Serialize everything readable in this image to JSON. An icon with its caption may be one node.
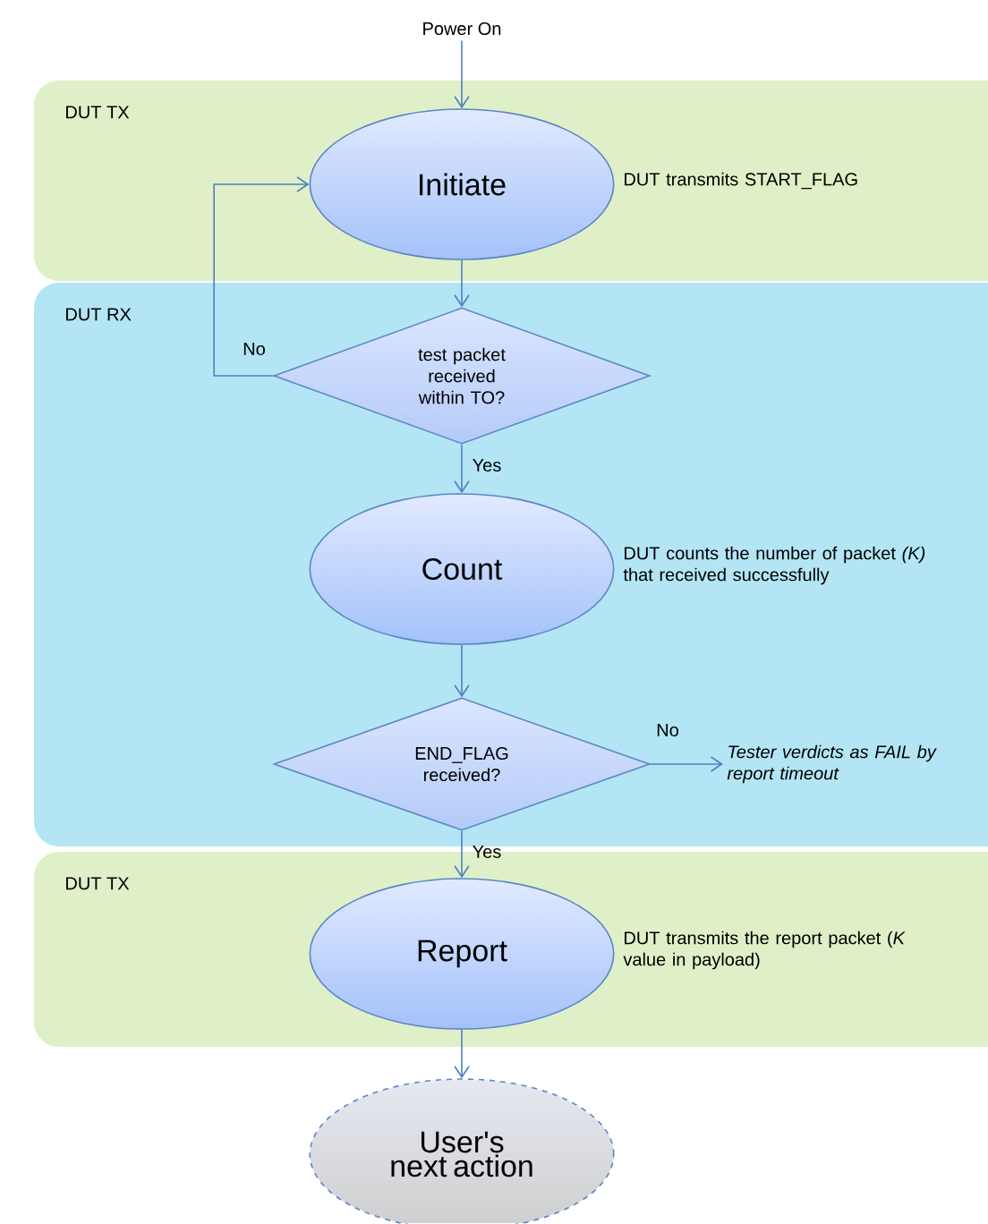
{
  "diagram": {
    "nodes": [
      {
        "text": [
          "Power On"
        ]
      },
      {
        "text": [
          "DUT TX"
        ]
      },
      {
        "text": [
          "Initiate"
        ],
        "in": 1,
        "beside": [
          "DUT transmits START_FLAG"
        ]
      },
      {
        "text": [
          "DUT RX"
        ]
      },
      {
        "text": [
          "test packet received within TO?"
        ],
        "in": 3
      },
      {
        "text": [
          "Count"
        ],
        "in": 3,
        "beside": [
          "DUT counts the number of packet *(K)* that received successfully"
        ]
      },
      {
        "text": [
          "END_FLAG received?"
        ],
        "in": 3
      },
      {
        "text": [
          "Tester verdicts as FAIL by report timeout"
        ],
        "in": 3
      },
      {
        "text": [
          "DUT TX"
        ]
      },
      {
        "text": [
          "Report"
        ],
        "in": 8,
        "beside": [
          "DUT transmits the report packet (*K* value in payload)"
        ]
      },
      {
        "text": [
          "User's next action"
        ]
      }
    ],
    "edges": [
      {
        "from": 0,
        "to": 2,
        "arrow": "to"
      },
      {
        "from": 2,
        "to": 4,
        "arrow": "to"
      },
      {
        "from": 4,
        "to": 2,
        "arrow": "to",
        "label": "No"
      },
      {
        "from": 4,
        "to": 5,
        "arrow": "to",
        "label": "Yes"
      },
      {
        "from": 5,
        "to": 6,
        "arrow": "to"
      },
      {
        "from": 6,
        "to": 7,
        "arrow": "to",
        "label": "No"
      },
      {
        "from": 6,
        "to": 9,
        "arrow": "to",
        "label": "Yes"
      },
      {
        "from": 9,
        "to": 10,
        "arrow": "to"
      }
    ]
  }
}
